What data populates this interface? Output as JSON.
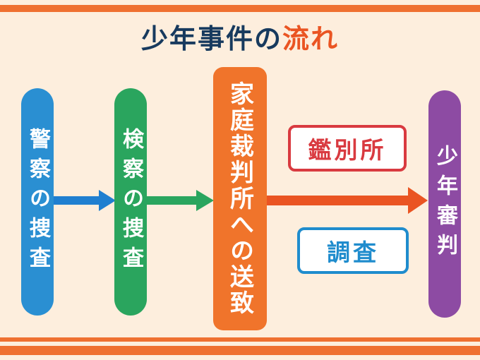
{
  "title": {
    "prefix": "少年事件の",
    "accent": "流れ"
  },
  "steps": [
    {
      "id": "police",
      "label": "警察の捜査",
      "color": "#2a8fd2"
    },
    {
      "id": "prosecutor",
      "label": "検察の捜査",
      "color": "#2aa55e"
    },
    {
      "id": "family-court",
      "label": "家庭裁判所への送致",
      "color": "#f0742b"
    },
    {
      "id": "juvenile-trial",
      "label": "少年審判",
      "color": "#8d4ba3"
    }
  ],
  "arrows": [
    {
      "from": "police",
      "to": "prosecutor",
      "color": "#1f7fd0"
    },
    {
      "from": "prosecutor",
      "to": "family-court",
      "color": "#2aa55e"
    },
    {
      "from": "family-court",
      "to": "juvenile-trial",
      "color": "#ea5422"
    }
  ],
  "badges": [
    {
      "id": "assessment-center",
      "label": "鑑別所",
      "color": "#d93a40"
    },
    {
      "id": "investigation",
      "label": "調査",
      "color": "#1f8ccd"
    }
  ],
  "colors": {
    "background": "#fdeedd",
    "border_stripe": "#ef7030",
    "title_text": "#173a5e",
    "title_accent": "#ea5422"
  }
}
